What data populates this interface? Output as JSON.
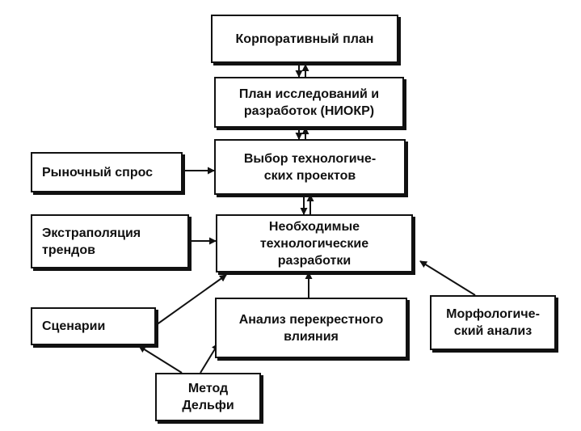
{
  "nodes": {
    "corporate_plan": "Корпоративный план",
    "rd_plan": "План исследований и\nразработок (НИОКР)",
    "project_selection": "Выбор технологиче-\nских проектов",
    "market_demand": "Рыночный спрос",
    "required_developments": "Необходимые\nтехнологические\nразработки",
    "trend_extrapolation": "Экстраполяция\nтрендов",
    "scenarios": "Сценарии",
    "cross_impact": "Анализ перекрестного\nвлияния",
    "morphological": "Морфологиче-\nский анализ",
    "delphi": "Метод\nДельфи"
  },
  "colors": {
    "line": "#111111",
    "box_fill": "#ffffff"
  }
}
